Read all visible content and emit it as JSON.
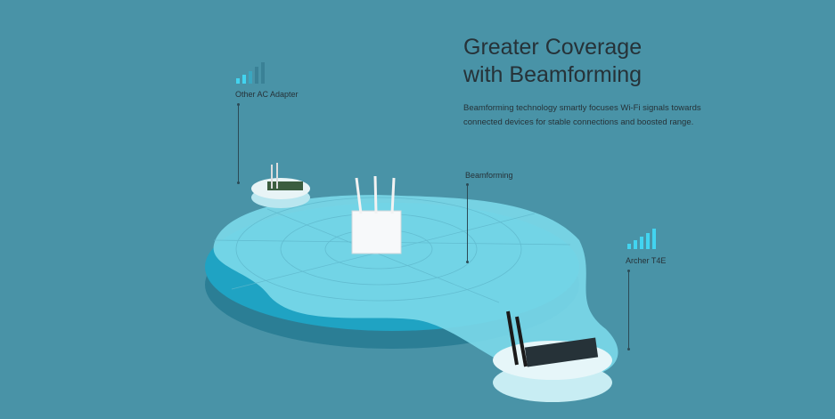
{
  "heading": {
    "line1": "Greater Coverage",
    "line2": "with Beamforming"
  },
  "description": "Beamforming technology smartly focuses Wi-Fi signals towards connected devices for stable connections and boosted range.",
  "labels": {
    "other_adapter": "Other AC Adapter",
    "beamforming": "Beamforming",
    "archer": "Archer T4E"
  },
  "signal": {
    "other_adapter_bars_active": 2,
    "archer_bars_active": 5,
    "total_bars": 5
  },
  "colors": {
    "background": "#4993a7",
    "signal_active": "#42d4f0",
    "signal_inactive": "#3a8196"
  }
}
